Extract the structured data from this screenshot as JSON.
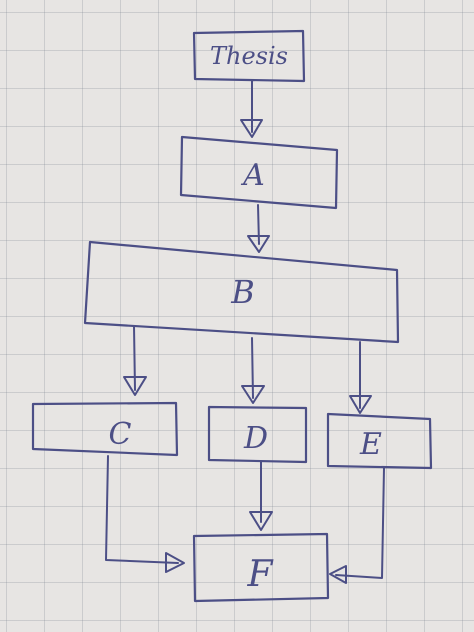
{
  "nodes": [
    {
      "id": "thesis",
      "label": "Thesis"
    },
    {
      "id": "a",
      "label": "A"
    },
    {
      "id": "b",
      "label": "B"
    },
    {
      "id": "c",
      "label": "C"
    },
    {
      "id": "d",
      "label": "D"
    },
    {
      "id": "e",
      "label": "E"
    },
    {
      "id": "f",
      "label": "F"
    }
  ],
  "edges": [
    {
      "from": "thesis",
      "to": "a"
    },
    {
      "from": "a",
      "to": "b"
    },
    {
      "from": "b",
      "to": "c"
    },
    {
      "from": "b",
      "to": "d"
    },
    {
      "from": "b",
      "to": "e"
    },
    {
      "from": "c",
      "to": "f"
    },
    {
      "from": "d",
      "to": "f"
    },
    {
      "from": "e",
      "to": "f"
    }
  ],
  "colors": {
    "ink": "#4c4f86",
    "paper": "#e7e5e3",
    "grid": "#7d8290"
  }
}
